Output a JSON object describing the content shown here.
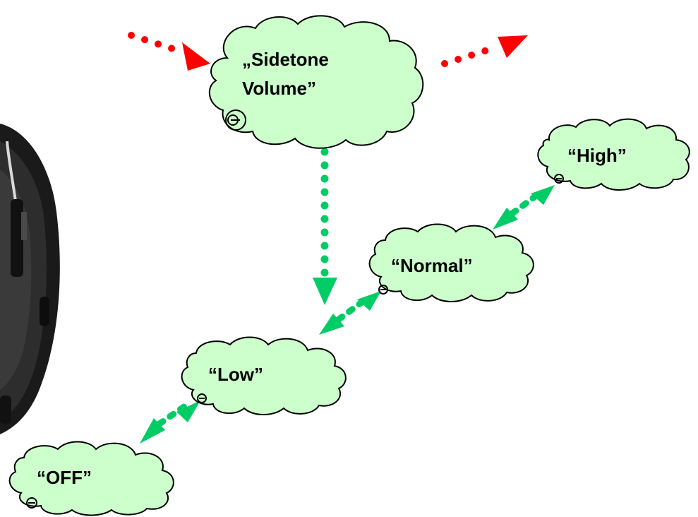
{
  "colors": {
    "cloud_fill": "#ccffcc",
    "cloud_stroke": "#000000",
    "arrow_red": "#ff0000",
    "arrow_green": "#00cc66",
    "headset_shell": "#1a1a1a"
  },
  "nodes": {
    "sidetone": {
      "line1": "„Sidetone",
      "line2": "Volume”",
      "icon": "cycle-icon"
    },
    "high": {
      "label": "“High”",
      "icon": "cycle-icon"
    },
    "normal": {
      "label": "“Normal”",
      "icon": "cycle-icon"
    },
    "low": {
      "label": "“Low”",
      "icon": "cycle-icon"
    },
    "off": {
      "label": "“OFF”",
      "icon": "cycle-icon"
    }
  },
  "image": {
    "name": "headset-earcup-photo"
  }
}
